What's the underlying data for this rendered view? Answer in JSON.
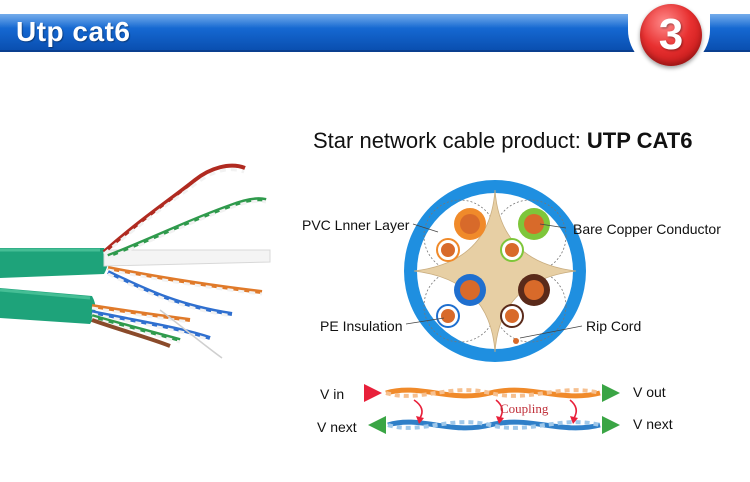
{
  "header": {
    "title": "Utp cat6",
    "badge_number": "3"
  },
  "product": {
    "prefix": "Star network cable product: ",
    "name": "UTP CAT6"
  },
  "labels": {
    "pvc_inner_layer": "PVC Lnner Layer",
    "bare_copper_conductor": "Bare Copper Conductor",
    "pe_insulation": "PE Insulation",
    "rip_cord": "Rip Cord"
  },
  "coupling": {
    "v_in": "V in",
    "v_out": "V out",
    "v_next_left": "V next",
    "v_next_right": "V next",
    "coupling_text": "Coupling"
  },
  "colors": {
    "header_blue": "#1466cf",
    "badge_red": "#e83030",
    "cable_jacket_green": "#1ea37a",
    "outer_ring_blue": "#1f8fe0",
    "arrow_red": "#e8203a",
    "arrow_green": "#3aa545"
  }
}
